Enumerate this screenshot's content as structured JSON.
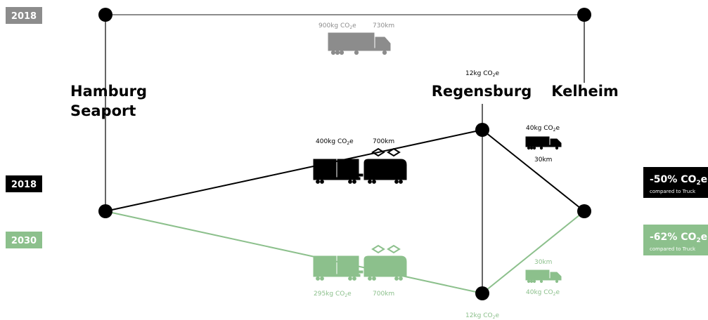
{
  "colors": {
    "gray": "#8c8c8c",
    "black": "#000000",
    "green": "#8cc08c",
    "white": "#ffffff"
  },
  "badges": {
    "truck_2018": "2018",
    "rail_2018": "2018",
    "rail_2030": "2030"
  },
  "nodes": {
    "hamburg_line1": "Hamburg",
    "hamburg_line2": "Seaport",
    "regensburg": "Regensburg",
    "kelheim": "Kelheim"
  },
  "truck_route": {
    "co2_num": "900kg CO",
    "co2_sub": "2",
    "co2_tail": "e",
    "distance": "730km"
  },
  "rail_2018": {
    "co2_num": "400kg CO",
    "co2_sub": "2",
    "co2_tail": "e",
    "distance": "700km",
    "transfer_co2_num": "12kg CO",
    "transfer_co2_sub": "2",
    "transfer_co2_tail": "e",
    "last_mile_co2_num": "40kg CO",
    "last_mile_co2_sub": "2",
    "last_mile_co2_tail": "e",
    "last_mile_distance": "30km",
    "reduction_num": "-50% CO",
    "reduction_sub": "2",
    "reduction_tail": "e",
    "reduction_note": "compared to Truck"
  },
  "rail_2030": {
    "co2_num": "295kg CO",
    "co2_sub": "2",
    "co2_tail": "e",
    "distance": "700km",
    "transfer_co2_num": "12kg CO",
    "transfer_co2_sub": "2",
    "transfer_co2_tail": "e",
    "last_mile_co2_num": "40kg CO",
    "last_mile_co2_sub": "2",
    "last_mile_co2_tail": "e",
    "last_mile_distance": "30km",
    "reduction_num": "-62% CO",
    "reduction_sub": "2",
    "reduction_tail": "e",
    "reduction_note": "compared to Truck"
  },
  "icons": [
    "truck-icon",
    "train-icon"
  ]
}
